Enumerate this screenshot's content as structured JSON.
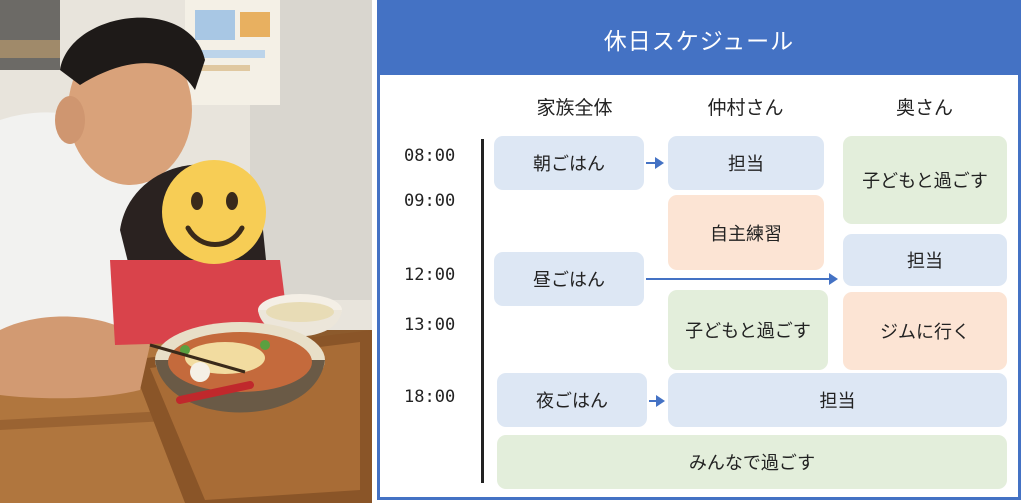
{
  "title": "休日スケジュール",
  "columns": [
    "家族全体",
    "仲村さん",
    "奥さん"
  ],
  "times": [
    "08:00",
    "09:00",
    "12:00",
    "13:00",
    "18:00"
  ],
  "blocks": {
    "family_breakfast": "朝ごはん",
    "family_lunch": "昼ごはん",
    "family_dinner": "夜ごはん",
    "family_together": "みんなで過ごす",
    "nakamura_breakfast": "担当",
    "nakamura_practice": "自主練習",
    "nakamura_kids": "子どもと過ごす",
    "nakamura_dinner": "担当",
    "wife_kids": "子どもと過ごす",
    "wife_lunch": "担当",
    "wife_gym": "ジムに行く"
  },
  "colors": {
    "header": "#4472c4",
    "meal": "#dde7f4",
    "self": "#fce4d4",
    "kids": "#e3eedb"
  }
}
